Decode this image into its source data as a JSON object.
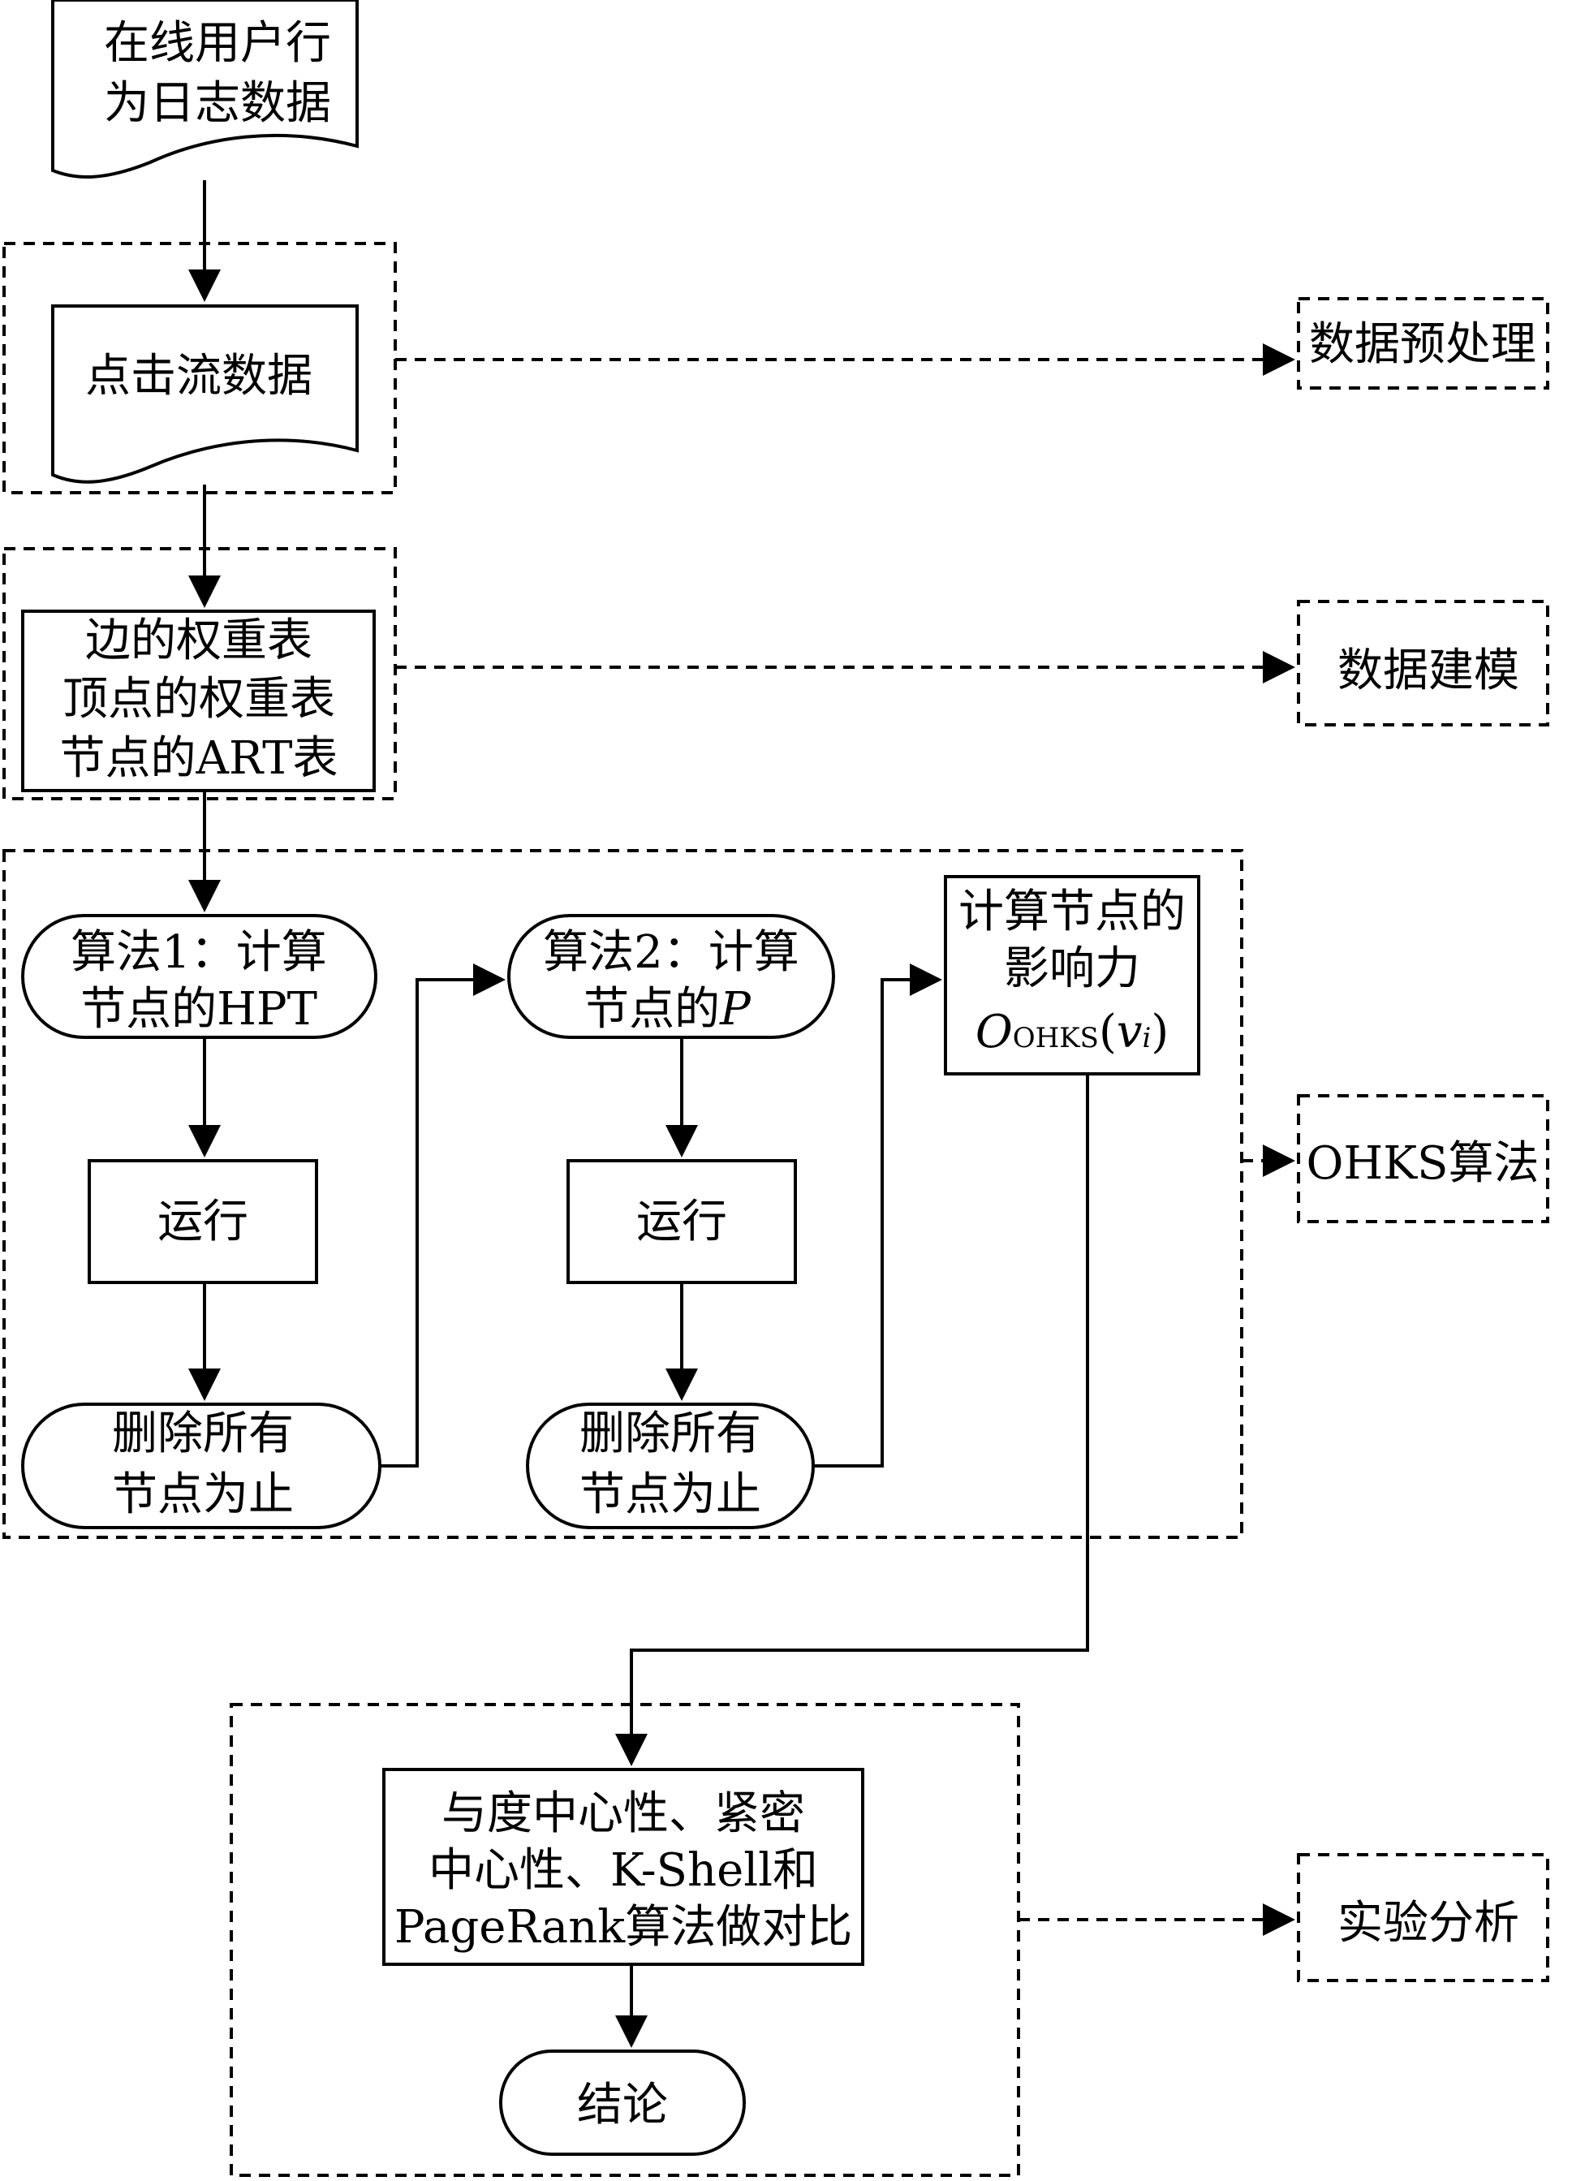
{
  "nodes": {
    "online_log": [
      "在线用户行",
      "为日志数据"
    ],
    "clickstream": "点击流数据",
    "weight_tables": [
      "边的权重表",
      "顶点的权重表",
      "节点的ART表"
    ],
    "algo1": [
      "算法1：计算",
      "节点的HPT"
    ],
    "run1": "运行",
    "del1": [
      "删除所有",
      "节点为止"
    ],
    "algo2": {
      "line1": "算法2：计算",
      "line2_prefix": "节点的",
      "line2_var": "P"
    },
    "run2": "运行",
    "del2": [
      "删除所有",
      "节点为止"
    ],
    "influence": {
      "line1": "计算节点的",
      "line2": "影响力",
      "formula_O": "O",
      "formula_sub": "OHKS",
      "formula_open": "(",
      "formula_v": "v",
      "formula_i": "i",
      "formula_close": ")"
    },
    "compare": [
      "与度中心性、紧密",
      "中心性、K-Shell和",
      "PageRank算法做对比"
    ],
    "conclusion": "结论"
  },
  "stages": {
    "preprocess": "数据预处理",
    "modeling": "数据建模",
    "ohks": "OHKS算法",
    "analysis": "实验分析"
  }
}
